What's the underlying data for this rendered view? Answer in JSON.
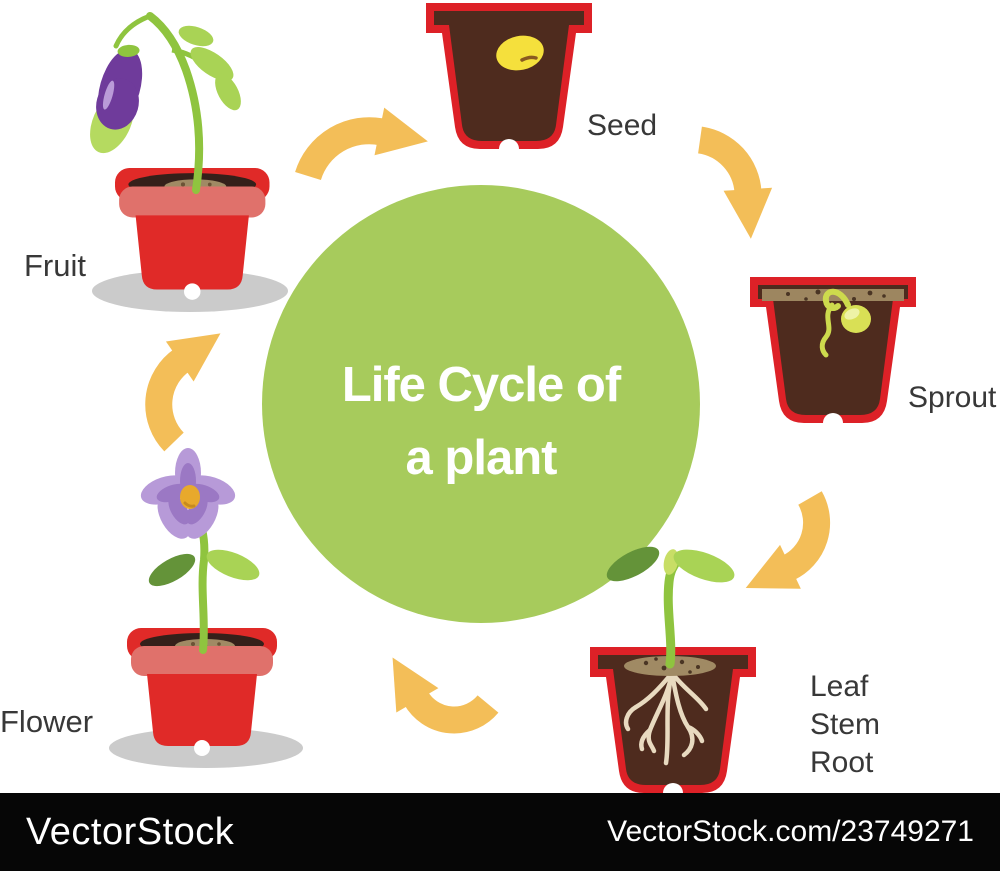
{
  "title": {
    "line1": "Life Cycle of",
    "line2": "a plant"
  },
  "stages": [
    {
      "id": "seed",
      "label": "Seed"
    },
    {
      "id": "sprout",
      "label": "Sprout"
    },
    {
      "id": "leaf-stem-root",
      "lines": [
        "Leaf",
        "Stem",
        "Root"
      ]
    },
    {
      "id": "flower",
      "label": "Flower"
    },
    {
      "id": "fruit",
      "label": "Fruit"
    }
  ],
  "watermark": {
    "brand": "VectorStock",
    "site_text": "VectorStock.com/23749271"
  },
  "colors": {
    "circle_green": "#A7CB5C",
    "arrow_yellow": "#F3BE58",
    "pot_red": "#E02A28",
    "pot_rim_light": "#E0716B",
    "soil_dark_brown": "#4E2B1E",
    "soil_top_dark": "#35201A",
    "soil_tan": "#9D8660",
    "soil_speckle": "#4A3524",
    "stem_green": "#8FC43F",
    "leaf_light_green": "#A9D355",
    "leaf_dark_green": "#649339",
    "seed_yellow": "#F5E03C",
    "sprout_yellow_green": "#D9E055",
    "eggplant_purple": "#6F3B9B",
    "flower_purple_light": "#B79AD8",
    "flower_purple_dark": "#9B78C4",
    "flower_center_orange": "#E8A92C",
    "root_tan": "#E8DAC0",
    "shadow_gray": "#CBCBCB",
    "label_text": "#383838",
    "title_text": "#FFFFFF",
    "bar_black": "#060606"
  }
}
